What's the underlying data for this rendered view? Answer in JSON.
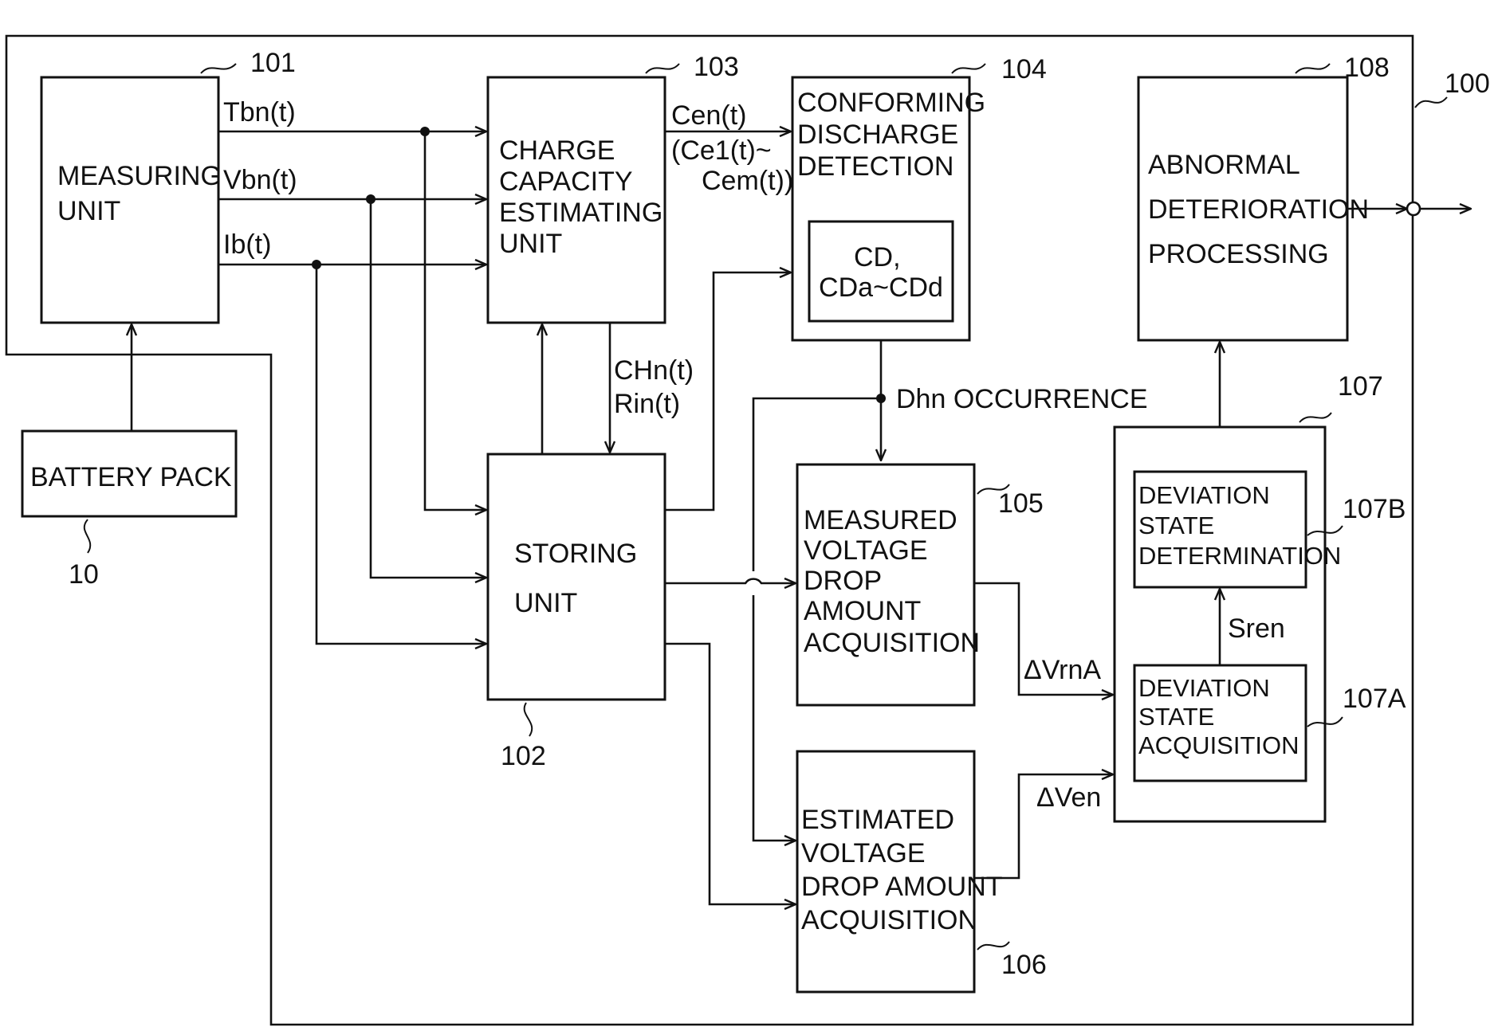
{
  "refs": {
    "r100": "100",
    "r10": "10",
    "r101": "101",
    "r102": "102",
    "r103": "103",
    "r104": "104",
    "r105": "105",
    "r106": "106",
    "r107": "107",
    "r107A": "107A",
    "r107B": "107B",
    "r108": "108"
  },
  "blocks": {
    "measuring": [
      "MEASURING",
      "UNIT"
    ],
    "battery": [
      "BATTERY PACK"
    ],
    "charge": [
      "CHARGE",
      "CAPACITY",
      "ESTIMATING",
      "UNIT"
    ],
    "storing": [
      "STORING",
      "UNIT"
    ],
    "conforming": [
      "CONFORMING",
      "DISCHARGE",
      "DETECTION"
    ],
    "cd_inner": [
      "CD,",
      "CDa~CDd"
    ],
    "measured": [
      "MEASURED",
      "VOLTAGE",
      "DROP",
      "AMOUNT",
      "ACQUISITION"
    ],
    "estimated": [
      "ESTIMATED",
      "VOLTAGE",
      "DROP AMOUNT",
      "ACQUISITION"
    ],
    "abnormal": [
      "ABNORMAL",
      "DETERIORATION",
      "PROCESSING"
    ],
    "dev_det": [
      "DEVIATION",
      "STATE",
      "DETERMINATION"
    ],
    "dev_acq": [
      "DEVIATION",
      "STATE",
      "ACQUISITION"
    ]
  },
  "signals": {
    "tbn": "Tbn(t)",
    "vbn": "Vbn(t)",
    "ib": "Ib(t)",
    "cen": "Cen(t)",
    "ce_range_1": "(Ce1(t)~",
    "ce_range_2": "Cem(t))",
    "chn": "CHn(t)",
    "rin": "Rin(t)",
    "dhn": "Dhn OCCURRENCE",
    "dvrna": "ΔVrnA",
    "dven": "ΔVen",
    "sren": "Sren"
  }
}
